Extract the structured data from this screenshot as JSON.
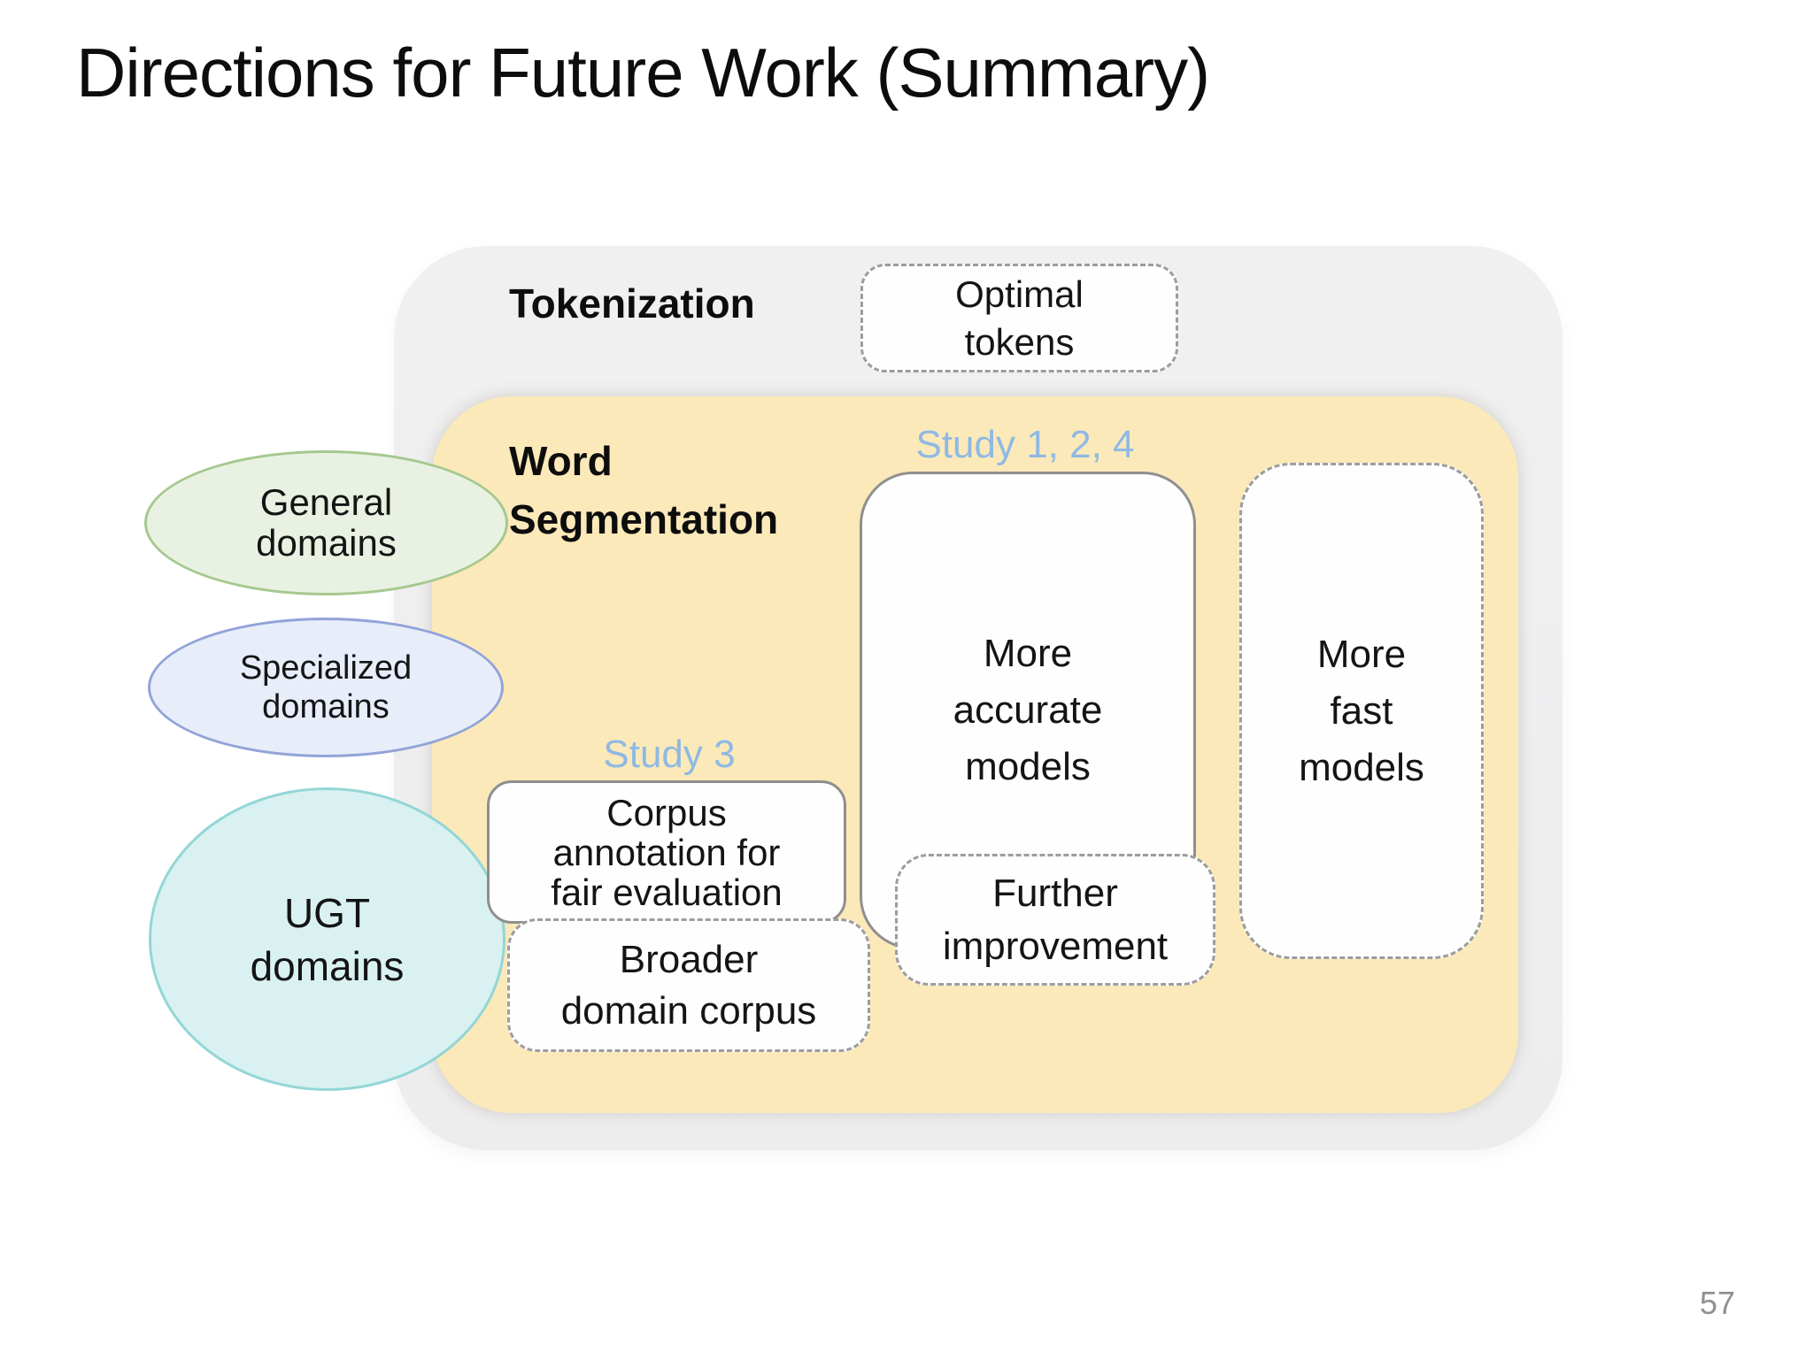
{
  "slide": {
    "title": "Directions for Future Work (Summary)",
    "page_number": "57"
  },
  "colors": {
    "panel-gray": "#f0f0f1",
    "panel-yellow": "#fbe9ba",
    "study-label": "#8fb9e3",
    "box-border": "#8f8f8f",
    "dash-border": "#9d9d9d",
    "box-bg": "#fefefe",
    "green-fill": "#e9f2e2",
    "green-border": "#a6c88f",
    "blue-fill": "#e7edf9",
    "blue-border": "#92a3d8",
    "cyan-fill": "#d9f1f1",
    "cyan-border": "#93d6d6",
    "text": "#111111",
    "page-number-color": "#8f9092"
  },
  "diagram": {
    "tokenization": {
      "label": "Tokenization",
      "optimal_tokens": "Optimal\ntokens"
    },
    "word_segmentation": {
      "label": "Word\nSegmentation",
      "study_1_2_4": "Study 1, 2, 4",
      "study_3": "Study 3",
      "more_accurate_models": "More\naccurate\nmodels",
      "more_fast_models": "More\nfast\nmodels",
      "further_improvement": "Further\nimprovement",
      "corpus_annotation": "Corpus\nannotation for\nfair evaluation",
      "broader_domain_corpus": "Broader\ndomain corpus"
    },
    "domains": {
      "general": "General\ndomains",
      "specialized": "Specialized\ndomains",
      "ugt": "UGT\ndomains"
    }
  }
}
